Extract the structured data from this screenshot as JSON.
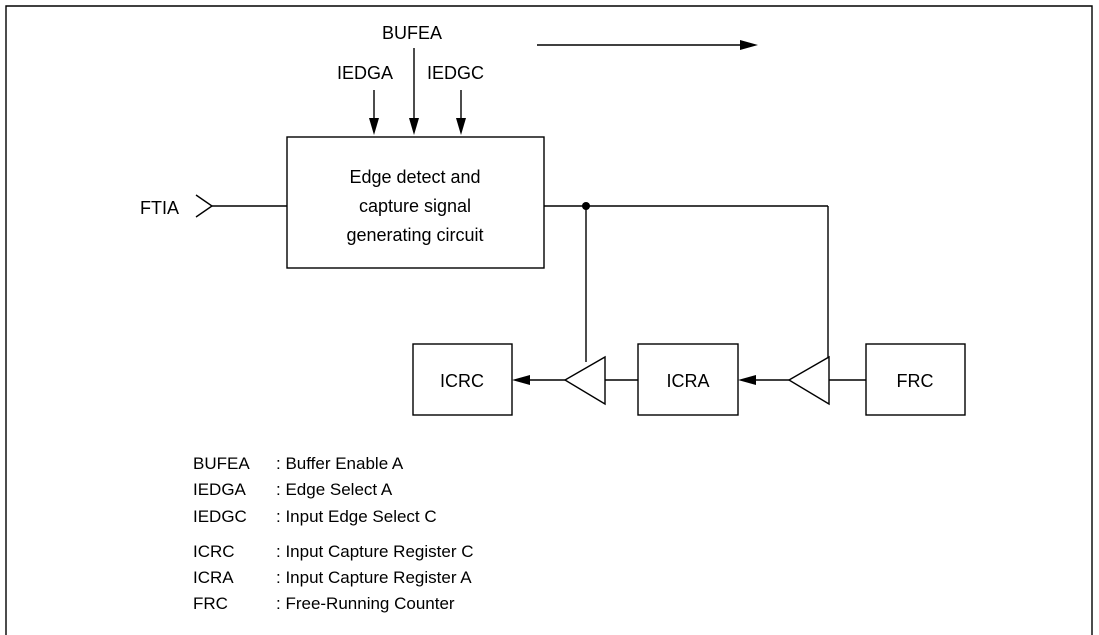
{
  "signals": {
    "bufea": "BUFEA",
    "iedga": "IEDGA",
    "iedgc": "IEDGC",
    "ftia": "FTIA"
  },
  "blocks": {
    "edge_detect_lines": [
      "Edge detect and",
      "capture signal",
      "generating circuit"
    ],
    "icrc": "ICRC",
    "icra": "ICRA",
    "frc": "FRC"
  },
  "legend": [
    {
      "abbr": "BUFEA",
      "desc": ": Buffer Enable A"
    },
    {
      "abbr": "IEDGA",
      "desc": ": Edge Select A"
    },
    {
      "abbr": "IEDGC",
      "desc": ": Input Edge Select C"
    },
    {
      "abbr": "ICRC",
      "desc": ": Input Capture Register C"
    },
    {
      "abbr": "ICRA",
      "desc": ": Input Capture Register A"
    },
    {
      "abbr": "FRC",
      "desc": ": Free-Running Counter"
    }
  ],
  "colors": {
    "line": "#000000",
    "background": "#ffffff"
  }
}
